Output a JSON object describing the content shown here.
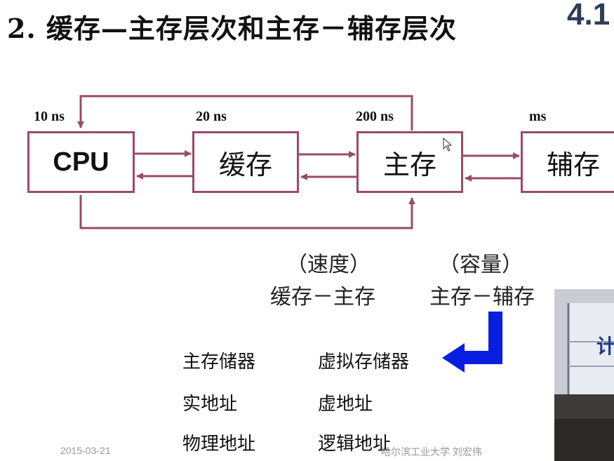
{
  "title": "2.  缓存—主存层次和主存－辅存层次",
  "chapter_number": "4.1",
  "diagram": {
    "boxes": [
      "CPU",
      "缓存",
      "主存",
      "辅存"
    ],
    "times": [
      "10 ns",
      "20 ns",
      "200 ns",
      "ms"
    ],
    "color": "#9b4a6a"
  },
  "captions": {
    "speed": "（速度）",
    "capacity": "（容量）",
    "cache_main": "缓存－主存",
    "main_aux": "主存－辅存"
  },
  "terms": {
    "left": [
      "主存储器",
      "实地址",
      "物理地址"
    ],
    "right": [
      "虚拟存储器",
      "虚地址",
      "逻辑地址"
    ]
  },
  "arrow_color": "#0a1ee0",
  "footer": {
    "date": "2015-03-21",
    "author": "哈尔滨工业大学  刘宏伟"
  },
  "video_overlay_text": "计"
}
